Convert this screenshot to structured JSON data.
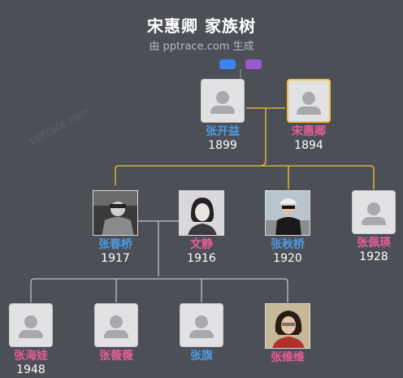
{
  "header": {
    "title": "宋惠卿 家族树",
    "subtitle": "由 pptrace.com 生成"
  },
  "watermark": "pptrace.com",
  "colors": {
    "background": "#4c4f56",
    "male": "#4d9be6",
    "female": "#e75c9c",
    "highlight_line": "#f0c23a",
    "toggle_blue": "#3b82f6",
    "toggle_purple": "#9b59d0"
  },
  "people": {
    "zhang_kaiyi": {
      "name": "张开益",
      "year": "1899",
      "gender": "male"
    },
    "song_huiqing": {
      "name": "宋惠卿",
      "year": "1894",
      "gender": "female"
    },
    "zhang_chunqiao": {
      "name": "张春桥",
      "year": "1917",
      "gender": "male"
    },
    "wen_jing": {
      "name": "文静",
      "year": "1916",
      "gender": "female"
    },
    "zhang_qiuqiao": {
      "name": "张秋桥",
      "year": "1920",
      "gender": "male"
    },
    "zhang_peiying": {
      "name": "张佩瑛",
      "year": "1928",
      "gender": "female"
    },
    "zhang_haiwa": {
      "name": "张海娃",
      "year": "1948",
      "gender": "female"
    },
    "zhang_weiwei": {
      "name": "张薇薇",
      "year": "",
      "gender": "female"
    },
    "zhang_qi": {
      "name": "张旗",
      "year": "",
      "gender": "male"
    },
    "zhang_weiwei2": {
      "name": "张维维",
      "year": "",
      "gender": "female"
    }
  },
  "icons": {
    "placeholder": "person-silhouette-icon",
    "toggle": "view-toggle-icon"
  }
}
